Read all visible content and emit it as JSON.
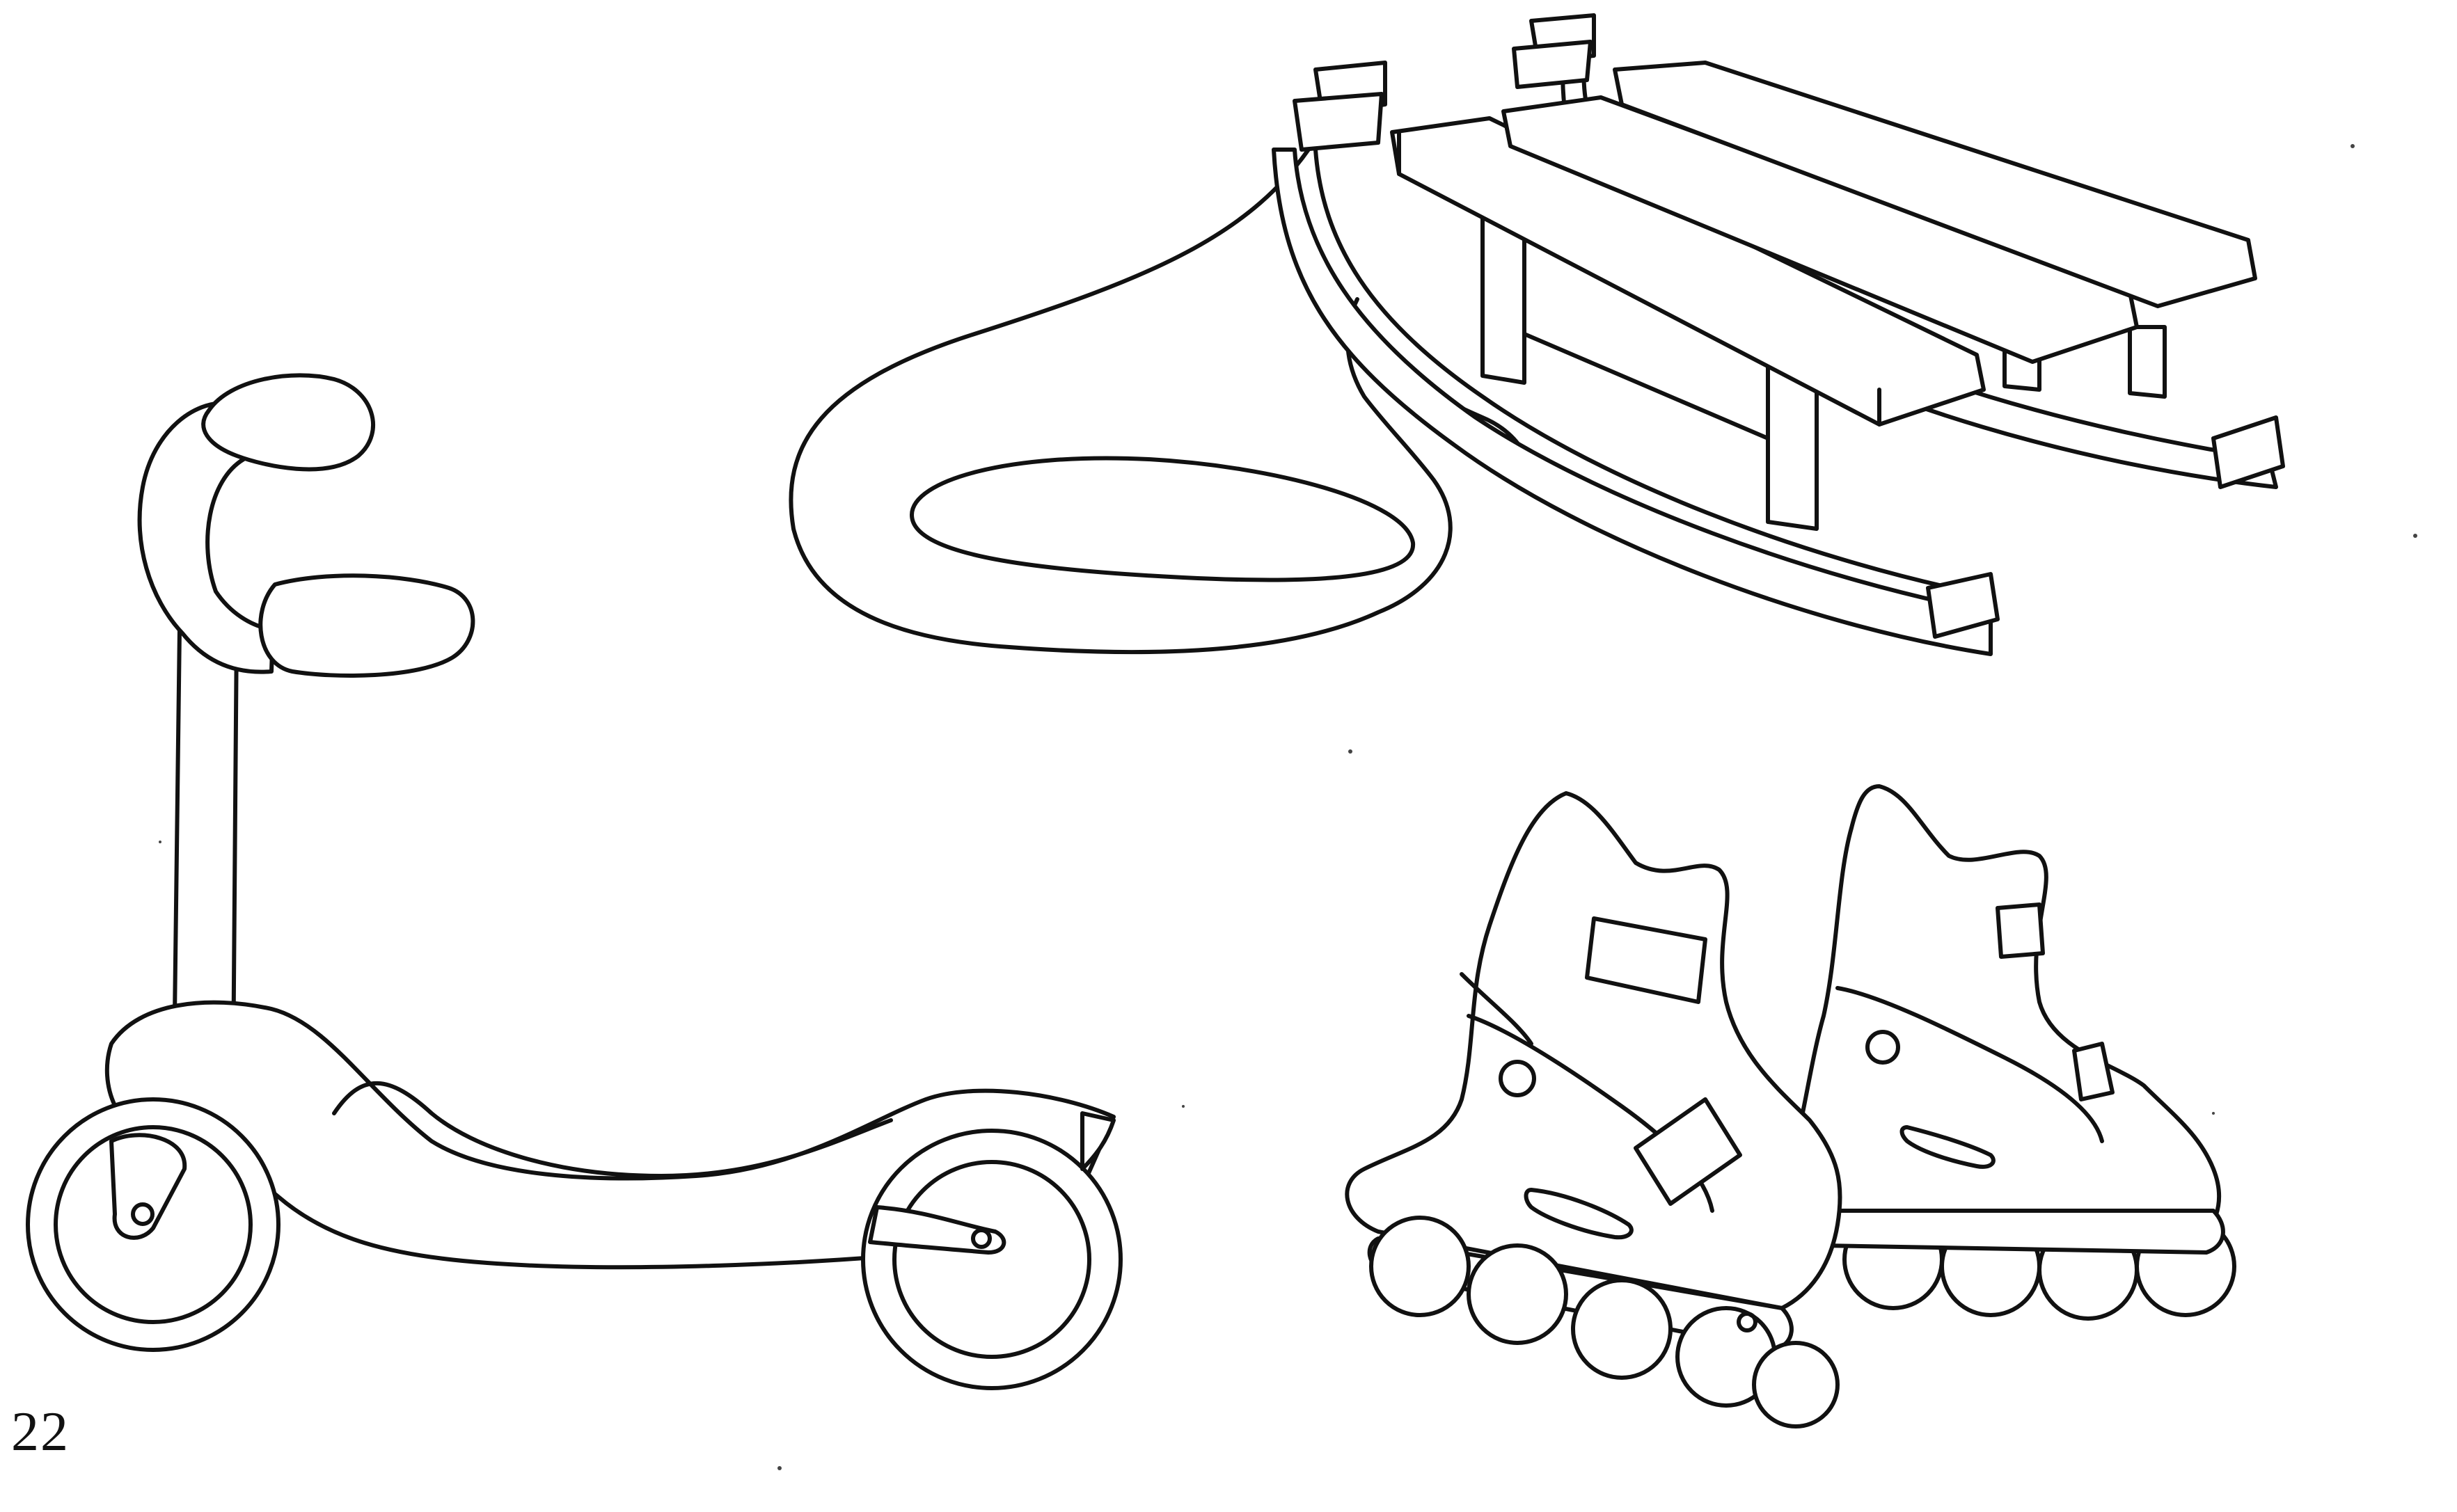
{
  "page": {
    "number": "22",
    "background_color": "#ffffff",
    "ink_color": "#111111"
  },
  "illustrations": [
    {
      "name": "scooter",
      "icon": "kick-scooter-icon"
    },
    {
      "name": "sled",
      "icon": "sled-icon"
    },
    {
      "name": "inline-skates",
      "icon": "inline-skates-icon"
    }
  ]
}
